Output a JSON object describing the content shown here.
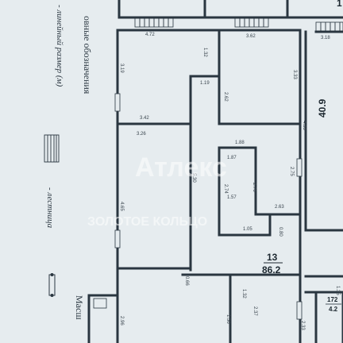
{
  "legend": {
    "title": "овные обозначения",
    "dimension_note": "- линейный размер (м)",
    "stair_note": "- лестница",
    "scale_label": "Масш"
  },
  "rooms": [
    {
      "number": "13",
      "area": "86.2"
    },
    {
      "number": "",
      "area": "40.9"
    },
    {
      "number": "172",
      "area": "4.2"
    },
    {
      "number": "1",
      "area": ""
    }
  ],
  "dimensions": [
    "4.72",
    "3.62",
    "3.18",
    "3.19",
    "1.32",
    "1.19",
    "3.33",
    "2.62",
    "4.33",
    "3.42",
    "3.26",
    "1.88",
    "1.87",
    "2.75",
    "2.76",
    "5.30",
    "2.74",
    "1.57",
    "2.63",
    "4.65",
    "1.05",
    "0.80",
    "0.66",
    "1.32",
    "2.37",
    "1.56",
    "2.96",
    "2.33",
    "1.35"
  ],
  "watermark": {
    "main": "Атлекс",
    "sub": "ЗОЛОТОЕ КОЛЬЦО"
  }
}
